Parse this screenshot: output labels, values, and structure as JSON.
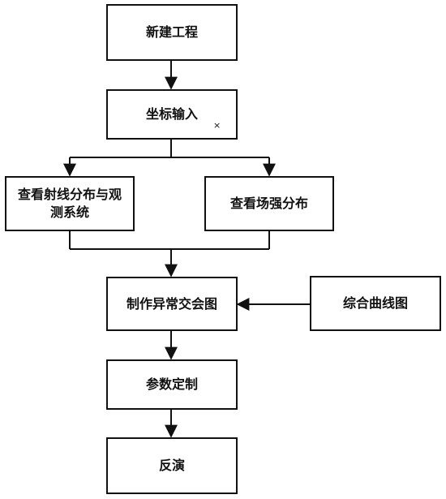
{
  "flowchart": {
    "nodes": {
      "new_project": "新建工程",
      "coord_input": "坐标输入",
      "view_rays": "查看射线分布与观测系统",
      "view_field": "查看场强分布",
      "anomaly_chart": "制作异常交会图",
      "composite_curve": "综合曲线图",
      "param_custom": "参数定制",
      "inversion": "反演"
    },
    "stray_mark": "×"
  },
  "colors": {
    "line": "#111111",
    "box_border": "#111111",
    "background": "#ffffff"
  }
}
